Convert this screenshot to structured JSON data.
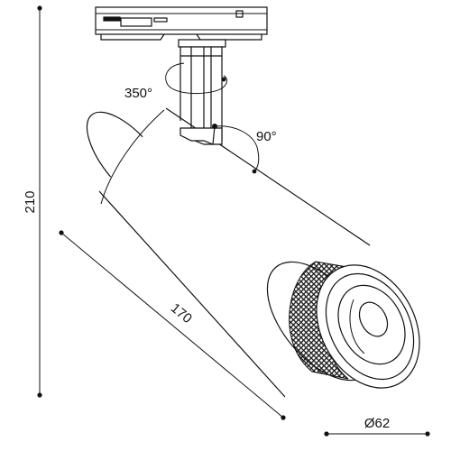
{
  "diagram": {
    "dimensions": {
      "height": "210",
      "length": "170",
      "diameter": "Ø62"
    },
    "angles": {
      "rotation": "350°",
      "tilt": "90°"
    }
  },
  "colors": {
    "line": "#111111",
    "background": "#ffffff",
    "knurl": "#1a1a1a"
  }
}
